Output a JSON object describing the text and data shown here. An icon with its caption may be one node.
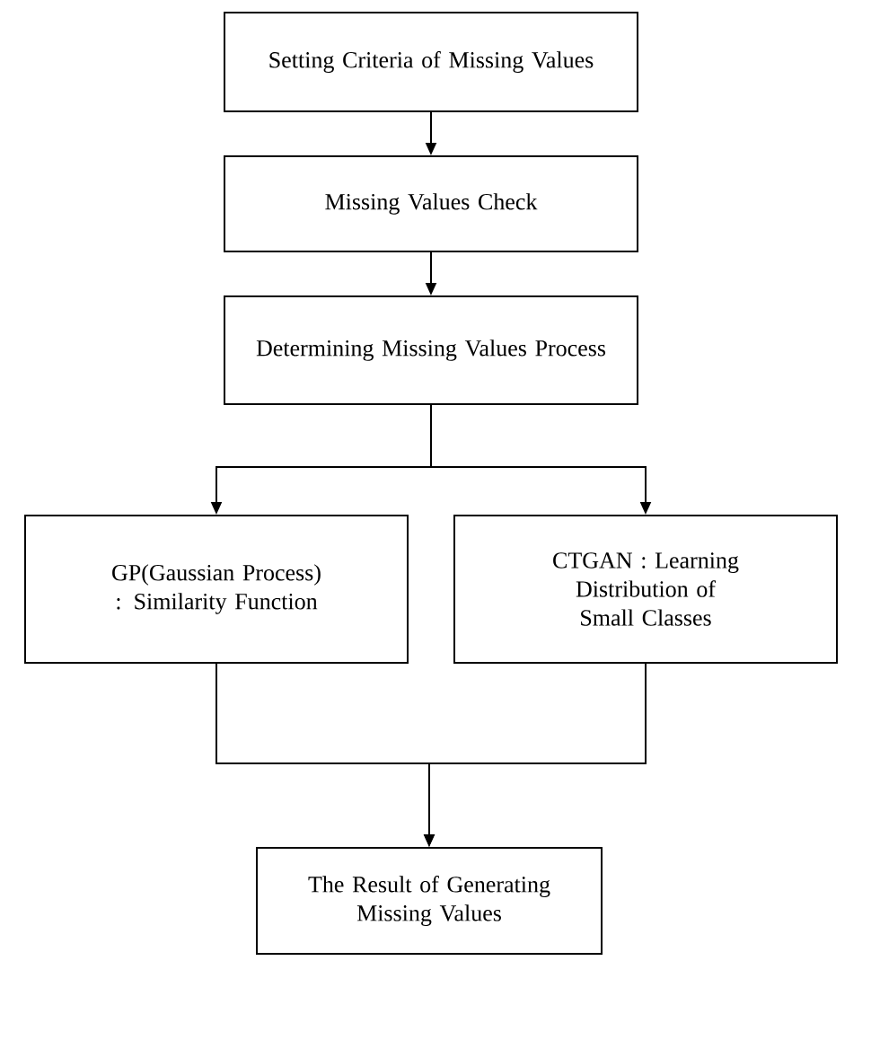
{
  "diagram": {
    "nodes": [
      {
        "text": [
          "Setting Criteria of Missing Values"
        ]
      },
      {
        "text": [
          "Missing Values Check"
        ]
      },
      {
        "text": [
          "Determining Missing Values Process"
        ]
      },
      {
        "text": [
          "GP(Gaussian Process) : Similarity Function"
        ]
      },
      {
        "text": [
          "CTGAN : Learning Distribution of Small Classes"
        ]
      },
      {
        "text": [
          "The Result of Generating Missing Values"
        ]
      }
    ],
    "edges": [
      {
        "from": 0,
        "to": 1,
        "arrow": "to"
      },
      {
        "from": 1,
        "to": 2,
        "arrow": "to"
      },
      {
        "from": 2,
        "to": 3,
        "arrow": "to"
      },
      {
        "from": 2,
        "to": 4,
        "arrow": "to"
      },
      {
        "from": 3,
        "to": 5,
        "arrow": "to"
      },
      {
        "from": 4,
        "to": 5,
        "arrow": "to"
      }
    ]
  }
}
